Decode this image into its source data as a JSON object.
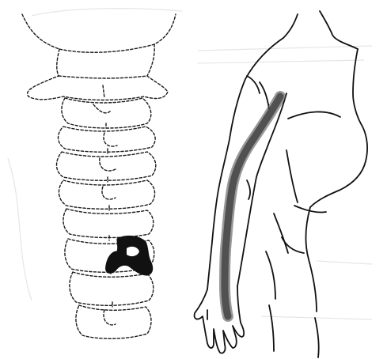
{
  "figure": {
    "description_labels": [],
    "colors": {
      "background": "#ffffff",
      "outline": "#111111",
      "dashed_outline": "#1a1a1a",
      "highlighted_vertebra": "#111111",
      "pain_band": "#2b2b2b",
      "bleed_through": "#e6e6e6"
    },
    "icons": [
      "cervical-spine-outline",
      "affected-vertebra-fill",
      "human-arm-outline",
      "radiating-pain-band"
    ]
  }
}
